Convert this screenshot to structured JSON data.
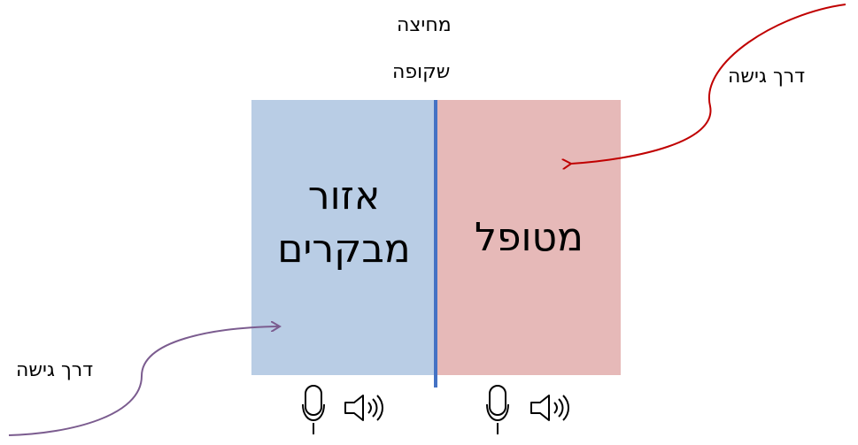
{
  "partition": {
    "line1": "מחיצה",
    "line2": "שקופה",
    "color": "#4472c4"
  },
  "visitors_area": {
    "line1": "אזור",
    "line2": "מבקרים",
    "fill": "#b9cde5"
  },
  "patient_area": {
    "label": "מטופל",
    "fill": "#e6b9b8"
  },
  "access_right": {
    "label": "דרך גישה",
    "arrow_color": "#c00000"
  },
  "access_left": {
    "label": "דרך גישה",
    "arrow_color": "#7b5c8f"
  },
  "icons": [
    "microphone-icon",
    "speaker-icon"
  ]
}
